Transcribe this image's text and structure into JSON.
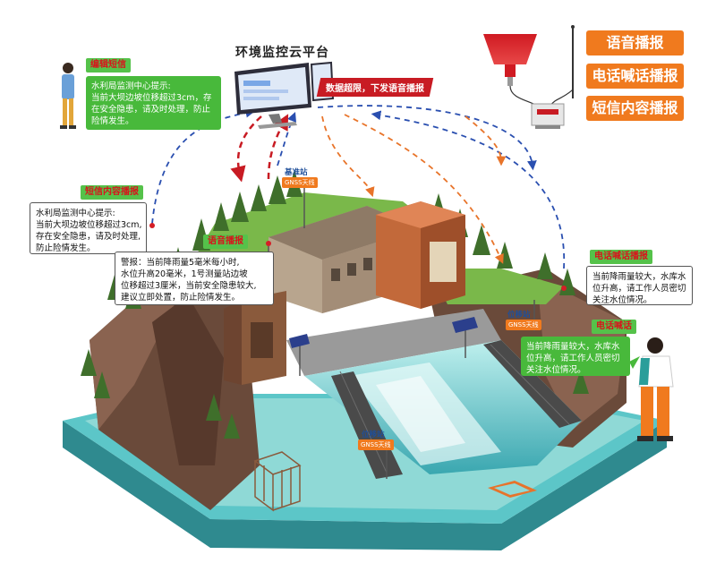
{
  "platform": {
    "title": "环境监控云平台",
    "alert": "数据超限，下发语音播报"
  },
  "broadcast_modes": [
    "语音播报",
    "电话喊话播报",
    "短信内容播报"
  ],
  "tags": {
    "edit_sms": "编辑短信",
    "sms_content": "短信内容播报",
    "voice": "语音播报",
    "phone_call": "电话喊话播报",
    "phone_talk": "电话喊话"
  },
  "bubbles": {
    "edit_sms": [
      "水利局监测中心提示:",
      "当前大坝边坡位移超过3cm，存",
      "在安全隐患，请及时处理，防止",
      "险情发生。"
    ],
    "sms_content": [
      "水利局监测中心提示:",
      "当前大坝边坡位移超过3cm,",
      "存在安全隐患，请及时处理,",
      "防止险情发生。"
    ],
    "voice_alarm": [
      "警报：当前降雨量5毫米每小时,",
      "水位升高20毫米，1号测量站边坡",
      "位移超过3厘米，当前安全隐患较大,",
      "建议立即处置，防止险情发生。"
    ],
    "phone_broadcast": [
      "当前降雨量较大，水库水",
      "位升高，请工作人员密切",
      "关注水位情况。"
    ],
    "phone_talk": [
      "当前降雨量较大，水库水",
      "位升高，请工作人员密切",
      "关注水位情况。"
    ]
  },
  "stations": {
    "base": {
      "label": "基准站",
      "antenna": "GNSS天线"
    },
    "monitor_right": {
      "label": "位移站",
      "antenna": "GNSS天线"
    },
    "monitor_bottom": {
      "label": "位移站",
      "antenna": "GNSS天线"
    }
  },
  "colors": {
    "orange": "#f07a1e",
    "green": "#55c24a",
    "red": "#d51e26",
    "blue_link": "#2a4fb0",
    "orange_link": "#e8742a",
    "water": "#5cc6c8"
  }
}
